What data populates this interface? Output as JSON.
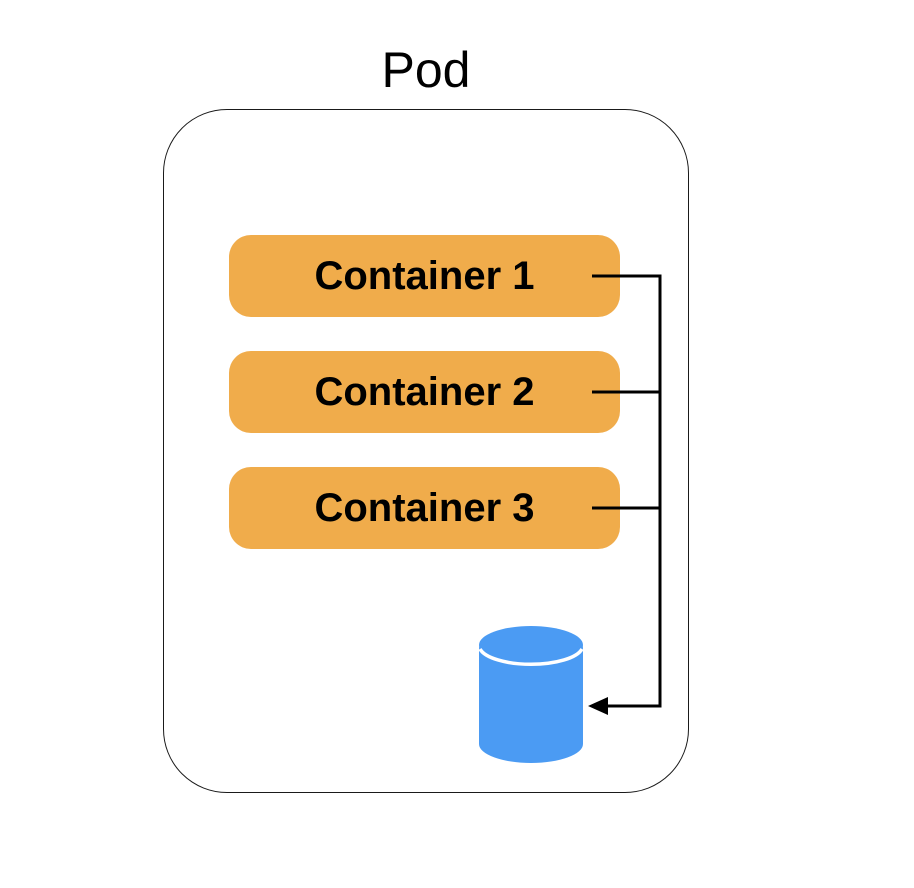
{
  "diagram": {
    "title": "Pod",
    "containers": [
      {
        "label": "Container 1"
      },
      {
        "label": "Container 2"
      },
      {
        "label": "Container 3"
      }
    ],
    "volume_icon": "database-cylinder-icon",
    "arrow_icon": "left-arrowhead-icon",
    "colors": {
      "container_fill": "#F0AC4B",
      "volume_fill": "#4B9BF3",
      "line": "#000000",
      "text": "#000000",
      "background": "#FFFFFF"
    }
  }
}
